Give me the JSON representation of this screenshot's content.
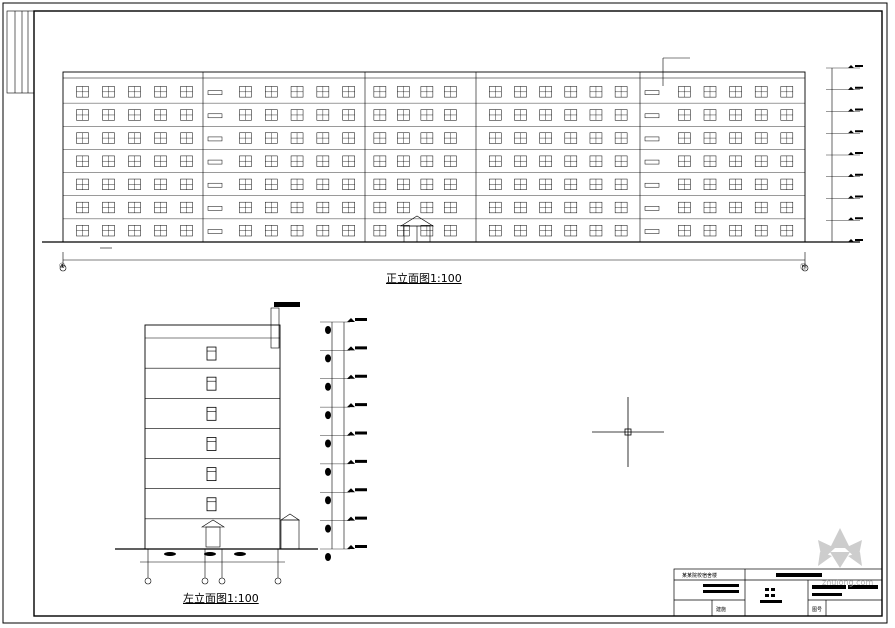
{
  "drawing": {
    "front_elevation_title": "正立面图1:100",
    "left_elevation_title": "左立面图1:100",
    "front_floor_count": 7,
    "left_floor_count": 7,
    "front_grid_start": "①",
    "front_grid_end": "⑲"
  },
  "title_block": {
    "project_name": "某某院校宿舍楼",
    "cell_a": "建施",
    "cell_b": "图号"
  },
  "watermark": {
    "text": "zhulong.com"
  },
  "colors": {
    "line": "#000000",
    "background": "#ffffff",
    "watermark": "#c8c8c8"
  }
}
